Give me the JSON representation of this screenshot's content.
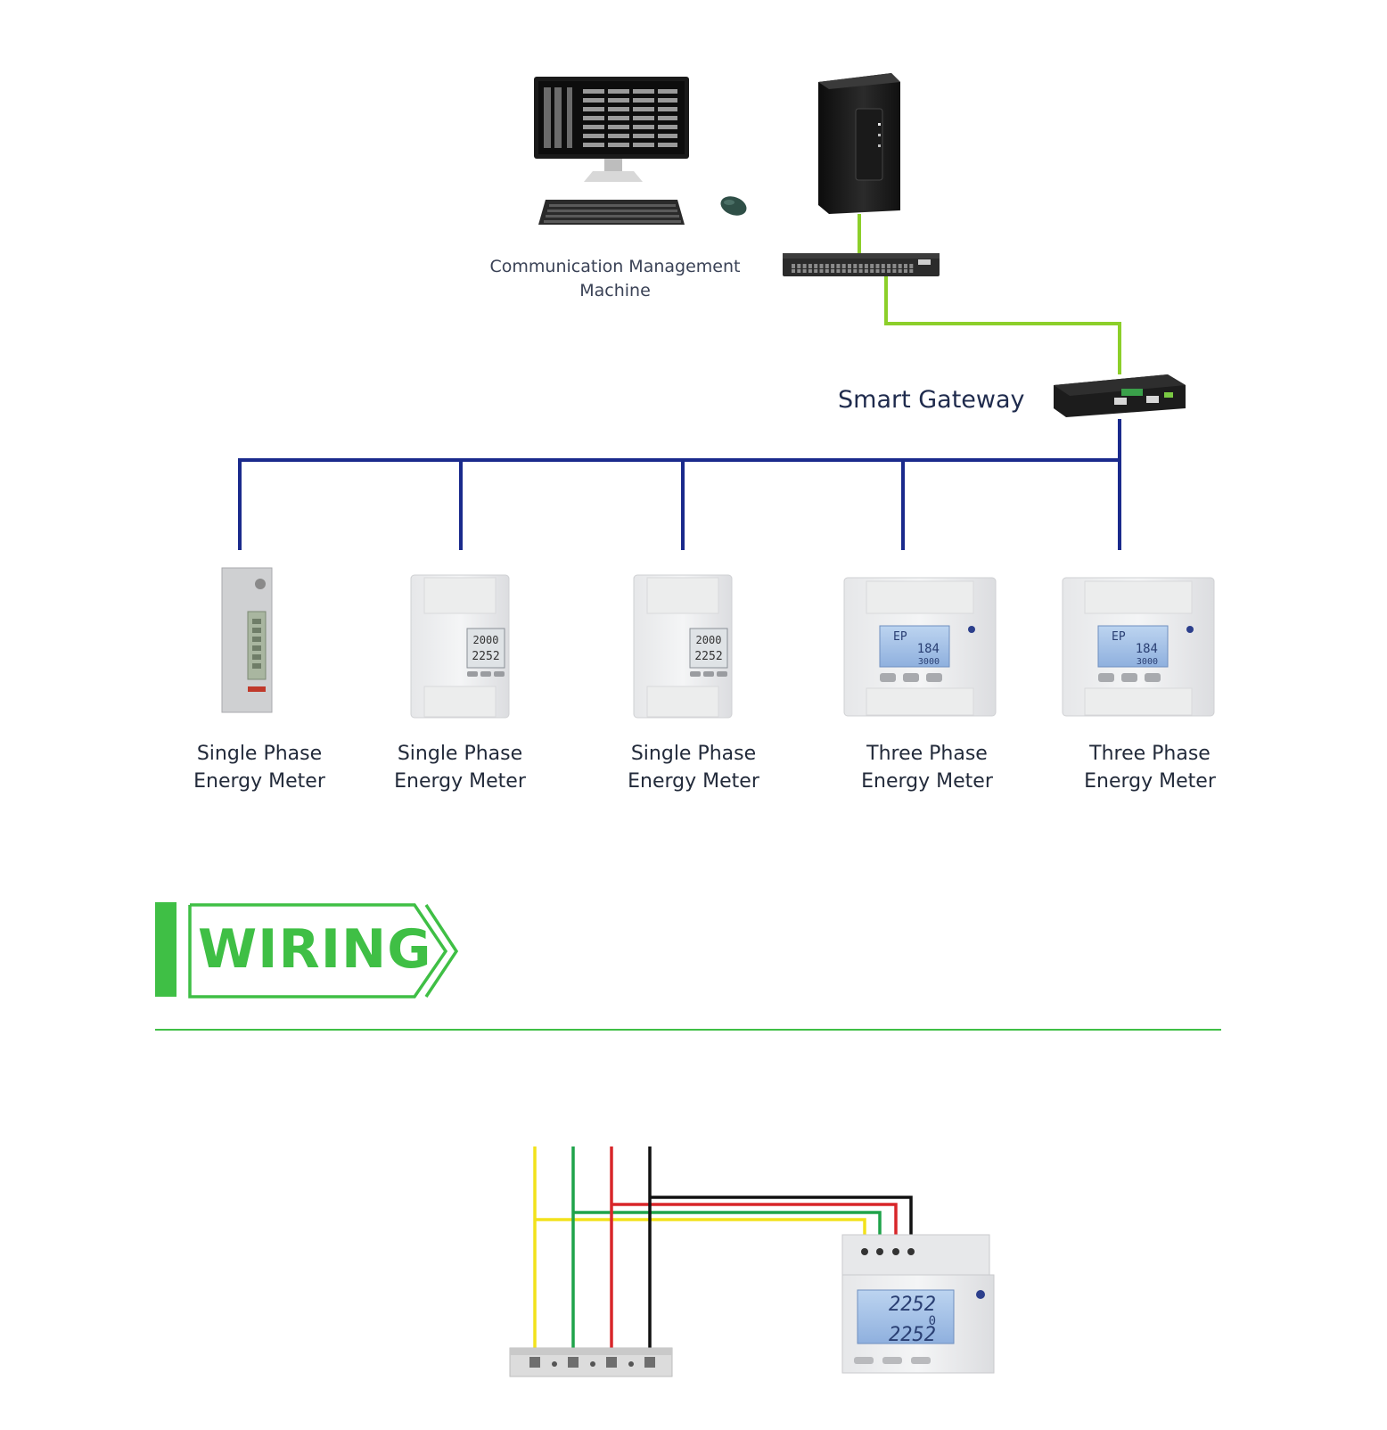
{
  "system": {
    "comm_machine_label": [
      "Communication Management",
      "Machine"
    ],
    "gateway_label": "Smart Gateway",
    "meters": [
      {
        "line1": "Single Phase",
        "line2": "Energy Meter",
        "type": "single-slim"
      },
      {
        "line1": "Single Phase",
        "line2": "Energy Meter",
        "type": "single"
      },
      {
        "line1": "Single Phase",
        "line2": "Energy Meter",
        "type": "single"
      },
      {
        "line1": "Three Phase",
        "line2": "Energy Meter",
        "type": "three"
      },
      {
        "line1": "Three Phase",
        "line2": "Energy Meter",
        "type": "three"
      }
    ],
    "single_meter_display": [
      "2000",
      "2252"
    ],
    "three_meter_display": [
      "EP",
      "184",
      "3000"
    ],
    "wiring_meter_display": [
      "2252",
      "0",
      "2252"
    ]
  },
  "wiring": {
    "title": "WIRING"
  },
  "colors": {
    "bus_line": "#1a2a8c",
    "ethernet_line": "#8ccf2a",
    "accent_green": "#3fbf45",
    "wire_yellow": "#f2e21c",
    "wire_green": "#1fa34a",
    "wire_red": "#d8262a",
    "wire_black": "#111111"
  }
}
